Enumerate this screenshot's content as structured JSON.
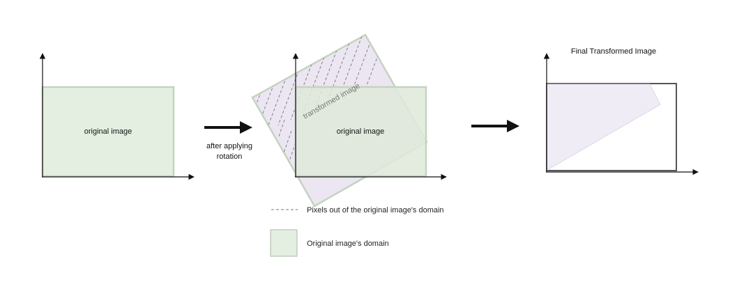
{
  "panels": {
    "left": {
      "label": "original image"
    },
    "middle": {
      "original_label": "original image",
      "transformed_label": "transformed image",
      "rotation_deg": 30
    },
    "right": {
      "title": "Final Transformed Image"
    }
  },
  "arrows": {
    "first": {
      "caption_line1": "after applying",
      "caption_line2": "rotation"
    }
  },
  "legend": {
    "dashed": {
      "label": "Pixels out of the original image's domain"
    },
    "domain": {
      "label": "Original image's domain"
    }
  },
  "colors": {
    "domain_fill": "#e4efe1",
    "domain_stroke": "#c4d3c0",
    "transformed_fill": "#ebe6f1",
    "final_fill": "#f0ecf6",
    "axis": "#111111",
    "frame": "#555555",
    "arrow": "#111111",
    "dash": "#777777"
  }
}
